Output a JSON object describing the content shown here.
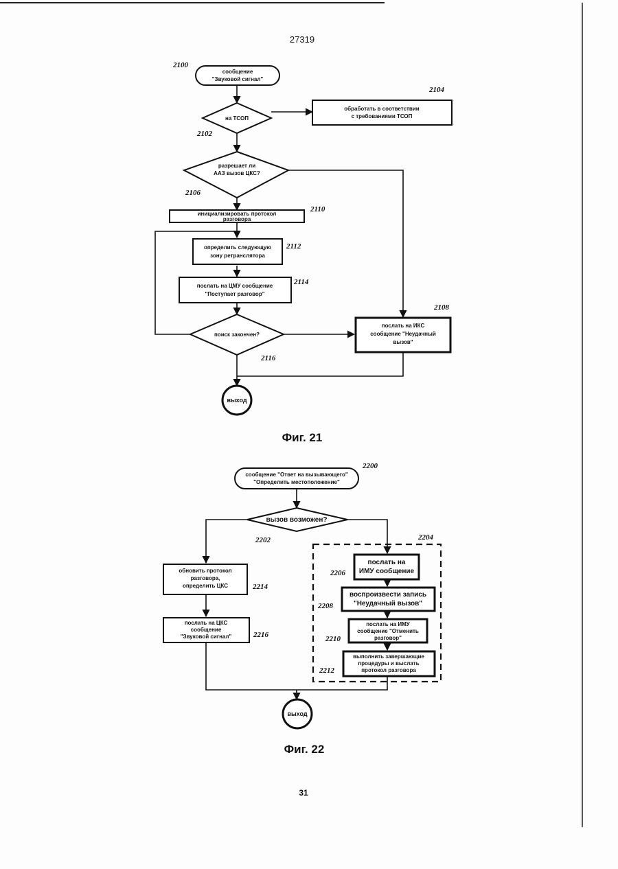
{
  "page": {
    "header_number": "27319",
    "page_number": "31"
  },
  "fig21": {
    "caption": "Фиг. 21",
    "start": {
      "ref": "2100",
      "lines": [
        "сообщение",
        "\"Звуковой сигнал\""
      ]
    },
    "d2102": {
      "ref": "2102",
      "lines": [
        "на ТСОП"
      ]
    },
    "b2104": {
      "ref": "2104",
      "lines": [
        "обработать в соответствии",
        "с требованиями ТСОП"
      ]
    },
    "d2106": {
      "ref": "2106",
      "lines": [
        "разрешает ли",
        "ААЗ вызов ЦКС?"
      ]
    },
    "b2110": {
      "ref": "2110",
      "lines": [
        "инициализировать протокол",
        "разговора"
      ]
    },
    "b2112": {
      "ref": "2112",
      "lines": [
        "определить следующую",
        "зону ретранслятора"
      ]
    },
    "b2114": {
      "ref": "2114",
      "lines": [
        "послать на ЦМУ сообщение",
        "\"Поступает разговор\""
      ]
    },
    "d2116": {
      "ref": "2116",
      "lines": [
        "поиск закончен?"
      ]
    },
    "b2108": {
      "ref": "2108",
      "lines": [
        "послать на ИКС",
        "сообщение \"Неудачный",
        "вызов\""
      ]
    },
    "exit": "выход"
  },
  "fig22": {
    "caption": "Фиг. 22",
    "start": {
      "ref": "2200",
      "lines": [
        "сообщение \"Ответ на вызывающего\"",
        "\"Определить местоположение\""
      ]
    },
    "d2202": {
      "ref": "2202",
      "lines": [
        "вызов возможен?"
      ]
    },
    "group": {
      "ref": "2204"
    },
    "b2214": {
      "ref": "2214",
      "lines": [
        "обновить протокол",
        "разговора,",
        "определить ЦКС"
      ]
    },
    "b2216": {
      "ref": "2216",
      "lines": [
        "послать на ЦКС",
        "сообщение",
        "\"Звуковой сигнал\""
      ]
    },
    "b2206": {
      "ref": "2206",
      "lines": [
        "послать на",
        "ИМУ сообщение"
      ]
    },
    "b2208": {
      "ref": "2208",
      "lines": [
        "воспроизвести запись",
        "\"Неудачный вызов\""
      ]
    },
    "b2210": {
      "ref": "2210",
      "lines": [
        "послать на ИМУ",
        "сообщение \"Отменить",
        "разговор\""
      ]
    },
    "b2212": {
      "ref": "2212",
      "lines": [
        "выполнить завершающие",
        "процедуры и выслать",
        "протокол разговора"
      ]
    },
    "exit": "выход"
  }
}
